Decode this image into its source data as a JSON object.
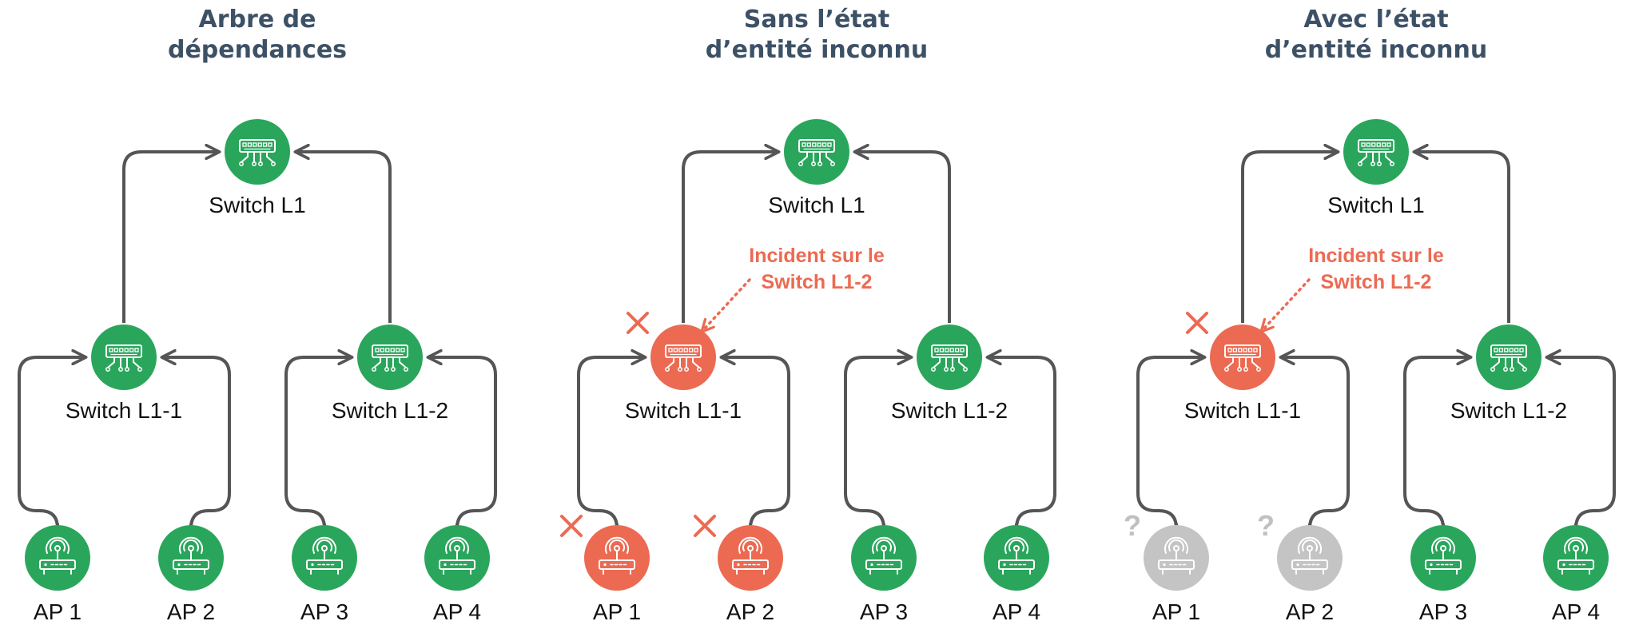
{
  "colors": {
    "ok": "#2aa65c",
    "failed": "#ec6a52",
    "unknown": "#c4c4c4",
    "edge": "#555555",
    "title": "#3d5166",
    "incident": "#ec6a52"
  },
  "icons": {
    "switch": "switch-icon",
    "access_point": "access-point-icon",
    "failure": "cross-icon",
    "unknown": "question-mark-icon"
  },
  "panels": [
    {
      "title_line1": "Arbre de",
      "title_line2": "dépendances",
      "incident_line1": "",
      "incident_line2": "",
      "nodes": {
        "root": {
          "label": "Switch L1",
          "state": "ok",
          "mark": ""
        },
        "sw1": {
          "label": "Switch L1-1",
          "state": "ok",
          "mark": ""
        },
        "sw2": {
          "label": "Switch L1-2",
          "state": "ok",
          "mark": ""
        },
        "ap1": {
          "label": "AP 1",
          "state": "ok",
          "mark": ""
        },
        "ap2": {
          "label": "AP 2",
          "state": "ok",
          "mark": ""
        },
        "ap3": {
          "label": "AP 3",
          "state": "ok",
          "mark": ""
        },
        "ap4": {
          "label": "AP 4",
          "state": "ok",
          "mark": ""
        }
      }
    },
    {
      "title_line1": "Sans l’état",
      "title_line2": "d’entité inconnu",
      "incident_line1": "Incident sur le",
      "incident_line2": "Switch L1-2",
      "nodes": {
        "root": {
          "label": "Switch L1",
          "state": "ok",
          "mark": ""
        },
        "sw1": {
          "label": "Switch L1-1",
          "state": "failed",
          "mark": "x"
        },
        "sw2": {
          "label": "Switch L1-2",
          "state": "ok",
          "mark": ""
        },
        "ap1": {
          "label": "AP 1",
          "state": "failed",
          "mark": "x"
        },
        "ap2": {
          "label": "AP 2",
          "state": "failed",
          "mark": "x"
        },
        "ap3": {
          "label": "AP 3",
          "state": "ok",
          "mark": ""
        },
        "ap4": {
          "label": "AP 4",
          "state": "ok",
          "mark": ""
        }
      }
    },
    {
      "title_line1": "Avec l’état",
      "title_line2": "d’entité inconnu",
      "incident_line1": "Incident sur le",
      "incident_line2": "Switch L1-2",
      "nodes": {
        "root": {
          "label": "Switch L1",
          "state": "ok",
          "mark": ""
        },
        "sw1": {
          "label": "Switch L1-1",
          "state": "failed",
          "mark": "x"
        },
        "sw2": {
          "label": "Switch L1-2",
          "state": "ok",
          "mark": ""
        },
        "ap1": {
          "label": "AP 1",
          "state": "unknown",
          "mark": "?"
        },
        "ap2": {
          "label": "AP 2",
          "state": "unknown",
          "mark": "?"
        },
        "ap3": {
          "label": "AP 3",
          "state": "ok",
          "mark": ""
        },
        "ap4": {
          "label": "AP 4",
          "state": "ok",
          "mark": ""
        }
      }
    }
  ]
}
